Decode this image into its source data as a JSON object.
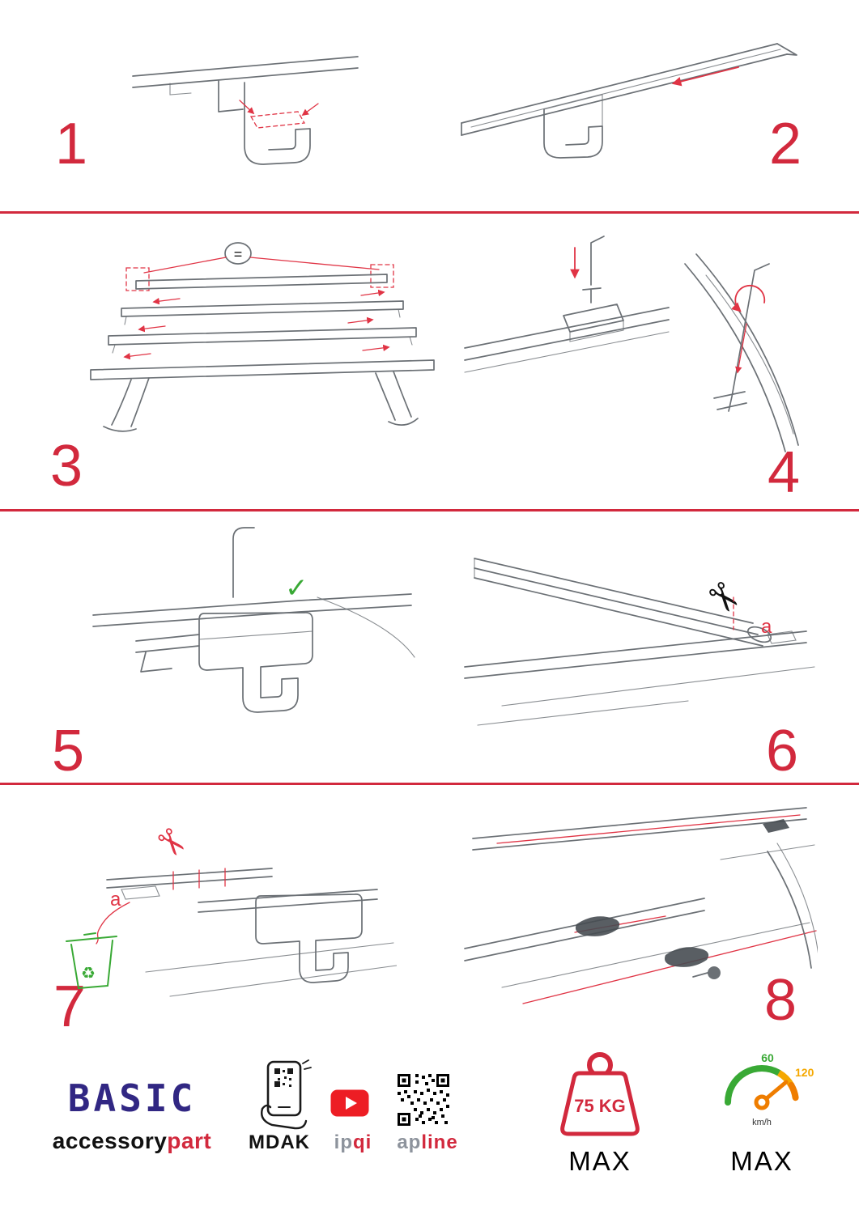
{
  "colors": {
    "accent_red": "#d2293d",
    "drawing_red": "#e03445",
    "brand_blue": "#312783",
    "green": "#39a935",
    "orange": "#ef7d00",
    "yellow": "#f5a800",
    "youtube_red": "#ed1d24"
  },
  "steps": [
    {
      "number": "1"
    },
    {
      "number": "2"
    },
    {
      "number": "3"
    },
    {
      "number": "4"
    },
    {
      "number": "5"
    },
    {
      "number": "6"
    },
    {
      "number": "7"
    },
    {
      "number": "8"
    }
  ],
  "annotations": {
    "equal_sign": "=",
    "check_mark": "✓",
    "cut_label_step6": "a",
    "cut_label_step7": "a"
  },
  "icons": {
    "scissors": "✂",
    "recycle": "♻"
  },
  "footer": {
    "brand": {
      "title": "BASIC",
      "sub_left": "accessory",
      "sub_right": "part"
    },
    "partners": {
      "mdak": "MDAK",
      "ipqi_left": "ip",
      "ipqi_right": "qi",
      "apline_left": "ap",
      "apline_right": "line"
    },
    "weight": {
      "value": "75 KG",
      "max": "MAX"
    },
    "speed": {
      "tick_low": "60",
      "tick_high": "120",
      "unit": "km/h",
      "max": "MAX"
    }
  }
}
